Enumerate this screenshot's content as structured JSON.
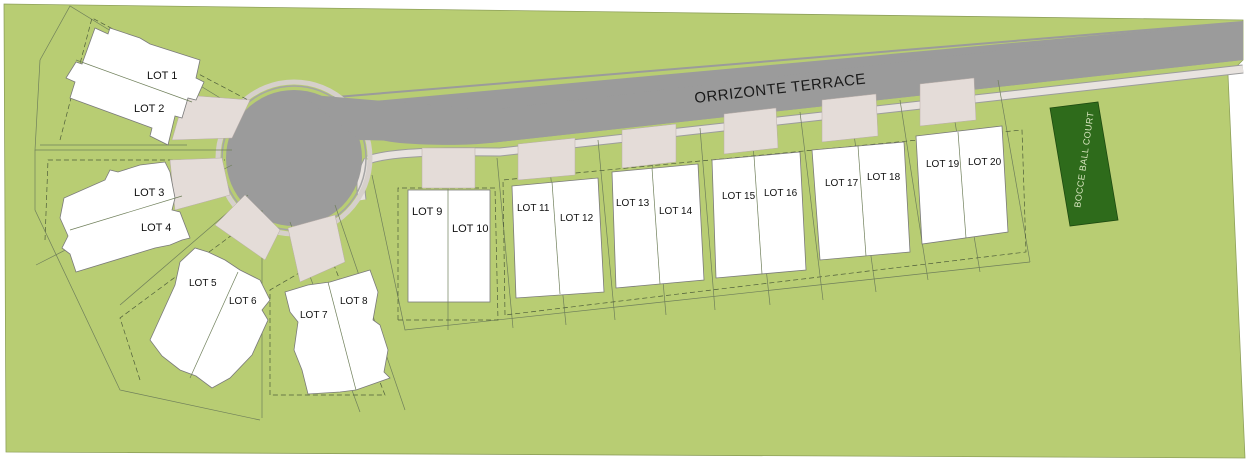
{
  "road": {
    "name": "ORRIZONTE TERRACE"
  },
  "amenity": {
    "name": "BOCCE BALL COURT"
  },
  "lots": [
    "LOT 1",
    "LOT 2",
    "LOT 3",
    "LOT 4",
    "LOT 5",
    "LOT 6",
    "LOT 7",
    "LOT 8",
    "LOT 9",
    "LOT 10",
    "LOT 11",
    "LOT 12",
    "LOT 13",
    "LOT 14",
    "LOT 15",
    "LOT 16",
    "LOT 17",
    "LOT 18",
    "LOT 19",
    "LOT 20"
  ],
  "colors": {
    "grass": "#b8cd73",
    "road": "#9b9b9b",
    "sidewalk": "#e8e3df",
    "driveway": "#e4dcd8",
    "building": "#ffffff",
    "court": "#2e6b1b"
  }
}
